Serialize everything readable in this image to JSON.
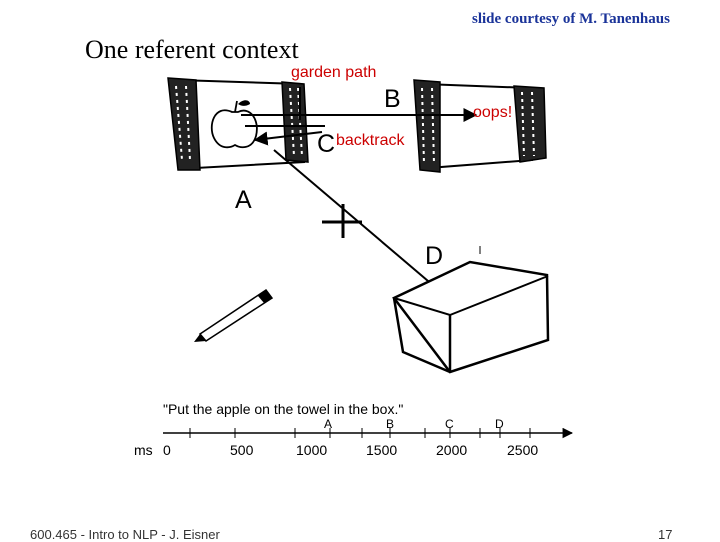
{
  "header": {
    "credit": "slide courtesy of M. Tanenhaus",
    "title": "One referent context"
  },
  "diagram": {
    "annotations": {
      "garden_path": "garden path",
      "oops": "oops!",
      "backtrack": "backtrack"
    },
    "locations": {
      "a": "A",
      "b": "B",
      "c": "C",
      "d": "D"
    },
    "sentence": "\"Put the apple on the towel in the box.\"",
    "word_marks": [
      "A",
      "B",
      "C",
      "D"
    ],
    "axis_unit": "ms",
    "axis_ticks": [
      "0",
      "500",
      "1000",
      "1500",
      "2000",
      "2500"
    ]
  },
  "footer": {
    "course": "600.465 - Intro to NLP - J. Eisner",
    "page_number": "17"
  }
}
